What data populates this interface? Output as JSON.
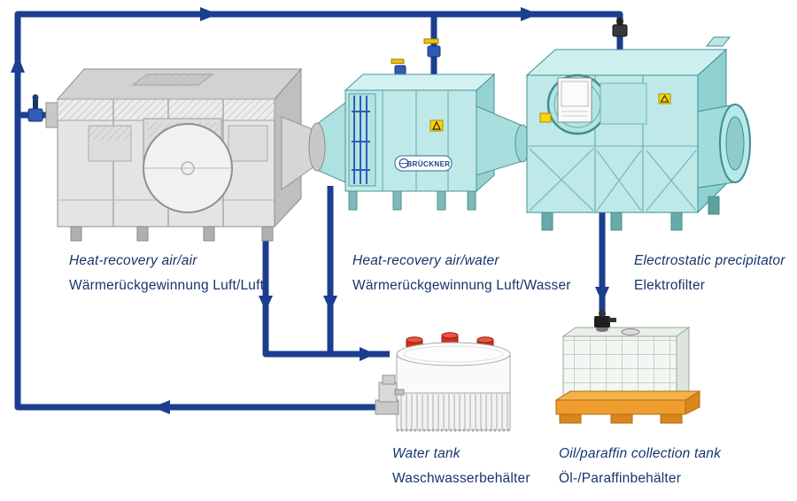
{
  "diagram": {
    "brand": "BRÜCKNER",
    "units": [
      {
        "name_en": "Heat-recovery air/air",
        "name_de": "Wärmerückgewinnung Luft/Luft"
      },
      {
        "name_en": "Heat-recovery air/water",
        "name_de": "Wärmerückgewinnung Luft/Wasser"
      },
      {
        "name_en": "Electrostatic precipitator",
        "name_de": "Elektrofilter"
      },
      {
        "name_en": "Water tank",
        "name_de": "Waschwasserbehälter"
      },
      {
        "name_en": "Oil/paraffin collection tank",
        "name_de": "Öl-/Paraffinbehälter"
      }
    ],
    "colors": {
      "pipe": "#1c3e8f",
      "label_text": "#17356b",
      "machine_gray": "#e4e4e4",
      "machine_cyan": "#bfe9e8",
      "tank_white": "#fafafa",
      "pallet_orange": "#f0a13c",
      "cap_red": "#d3301d",
      "valve_yellow": "#f2c400"
    }
  }
}
